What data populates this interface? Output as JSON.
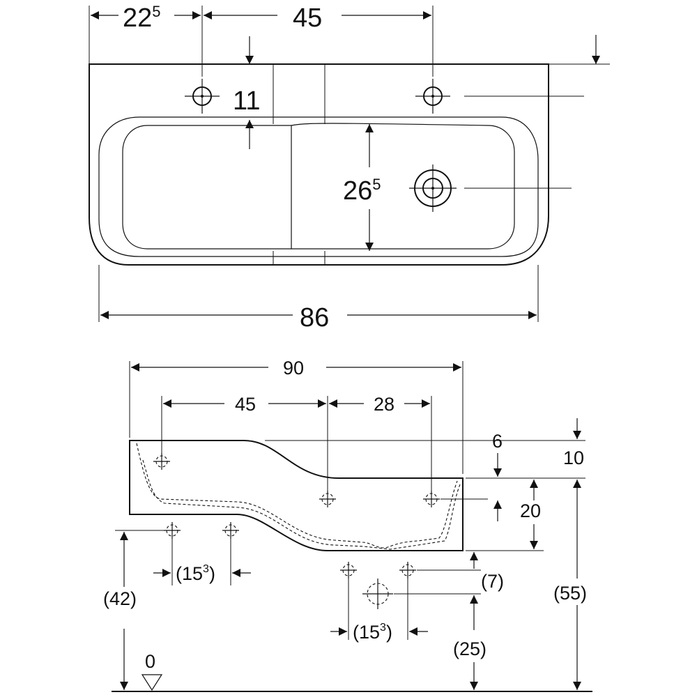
{
  "top_view": {
    "dim_left_offset": {
      "base": "22",
      "sup": "5"
    },
    "dim_tap_spacing": "45",
    "dim_hole_depth": "11",
    "dim_bowl_width": {
      "base": "26",
      "sup": "5"
    },
    "dim_overall_width": "86"
  },
  "side_view": {
    "dim_overall": "90",
    "dim_left_spacing": "45",
    "dim_right_spacing": "28",
    "dim_top_offset": "6",
    "dim_rim_drop": "10",
    "dim_depth": "20",
    "dim_bracket_spacing_left": {
      "base": "(15",
      "sup": "3",
      "close": ")"
    },
    "dim_bracket_spacing_right": {
      "base": "(15",
      "sup": "3",
      "close": ")"
    },
    "dim_bracket_height": "(42)",
    "dim_drain_offset": "(7)",
    "dim_drain_height": "(25)",
    "dim_rim_height": "(55)",
    "floor_level": "0"
  }
}
